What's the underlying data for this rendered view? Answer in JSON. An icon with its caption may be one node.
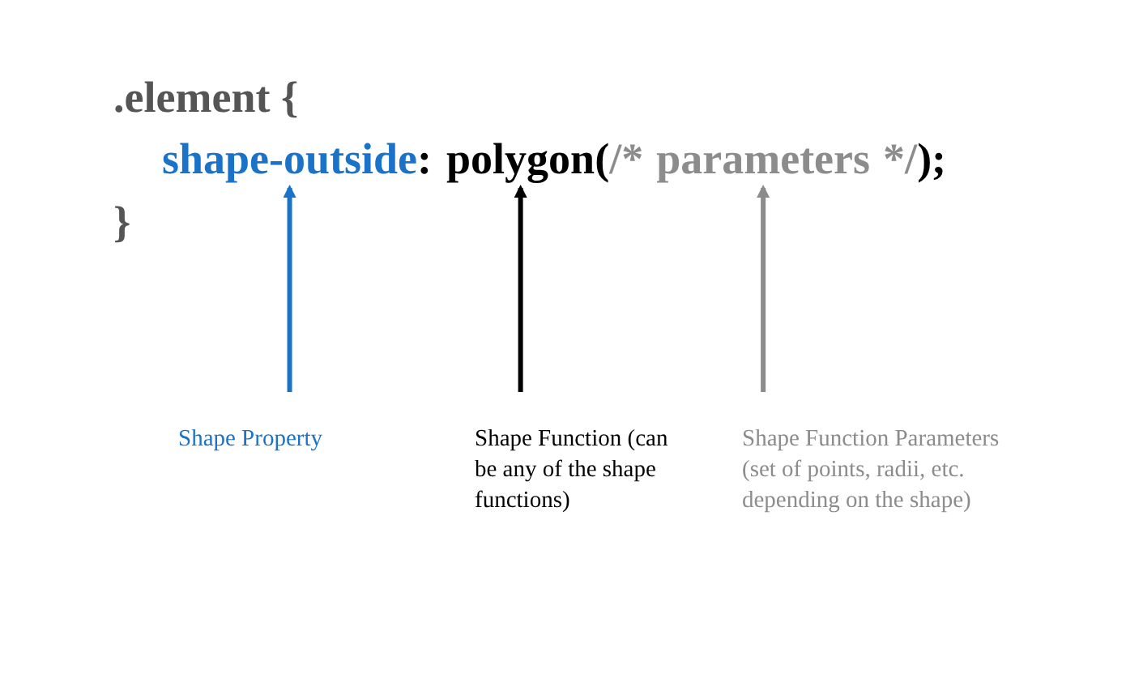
{
  "diagram": {
    "nodes": [
      {
        "text": [
          "shape-outside"
        ]
      },
      {
        "text": [
          "polygon"
        ]
      },
      {
        "text": [
          "parameters"
        ]
      },
      {
        "text": [
          "Shape Property"
        ]
      },
      {
        "text": [
          "Shape Function (can be any of the shape functions)"
        ]
      },
      {
        "text": [
          "Shape Function Parameters (set of points, radii, etc. depending on the shape)"
        ]
      }
    ],
    "edges": [
      {
        "from": 3,
        "to": 0,
        "arrow": "to",
        "color": "#1a73c8"
      },
      {
        "from": 4,
        "to": 1,
        "arrow": "to",
        "color": "#000000"
      },
      {
        "from": 5,
        "to": 2,
        "arrow": "to",
        "color": "#8c8c8c"
      }
    ],
    "labels": [
      ".element {",
      ":",
      "(",
      "/*",
      "*/",
      ");",
      "}"
    ]
  }
}
